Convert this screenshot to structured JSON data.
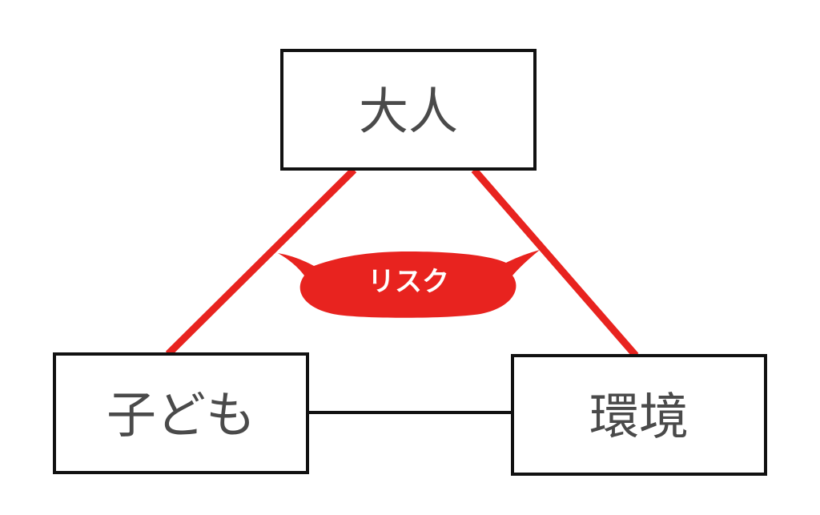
{
  "nodes": {
    "top": {
      "label": "大人"
    },
    "bottom_left": {
      "label": "子ども"
    },
    "bottom_right": {
      "label": "環境"
    }
  },
  "risk": {
    "label": "リスク"
  },
  "colors": {
    "risk_red": "#e8231f",
    "box_border": "#111111",
    "node_text": "#4a4a4a",
    "connector": "#111111"
  }
}
